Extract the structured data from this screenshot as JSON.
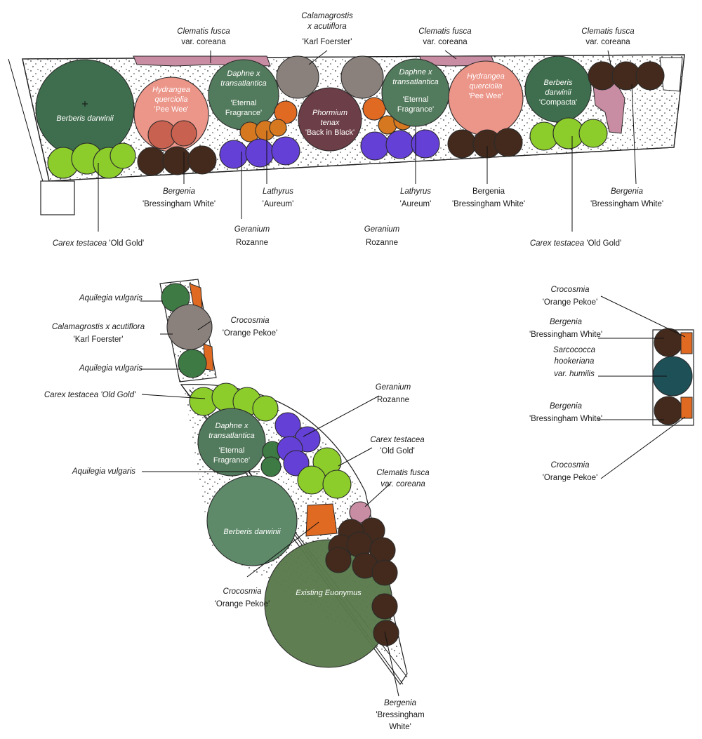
{
  "colors": {
    "berberis": "#3f6e4e",
    "berberis_lower": "#5e8a6a",
    "daphne": "#527a5c",
    "hydrangea": "#ec9589",
    "hydrangea_center": "#c8614f",
    "calamagrostis": "#8a817c",
    "phormium": "#6c3e47",
    "bergenia": "#432a1d",
    "carex": "#8ccd2c",
    "geranium": "#6440d6",
    "lathyrus": "#d5781f",
    "crocosmia": "#e06a22",
    "clematis": "#c98da3",
    "aquilegia": "#3d7a44",
    "sarcococca": "#1e5058",
    "euonymus": "#5a7a4c"
  },
  "top_bed": {
    "plants": {
      "berberis_left": {
        "icon": "berberis-darwinii-circle",
        "line1": "Berberis darwinii"
      },
      "hydrangea_left": {
        "line1": "Hydrangea",
        "line2": "querciolia",
        "line3": "'Pee Wee'"
      },
      "daphne_left": {
        "line1": "Daphne x",
        "line2": "transatlantica",
        "line3": "'Eternal",
        "line4": "Fragrance'"
      },
      "phormium": {
        "line1": "Phormium",
        "line2": "tenax",
        "line3": "'Back in Black'"
      },
      "daphne_right": {
        "line1": "Daphne x",
        "line2": "transatlantica",
        "line3": "'Eternal",
        "line4": "Fragrance'"
      },
      "hydrangea_right": {
        "line1": "Hydrangea",
        "line2": "querciolia",
        "line3": "'Pee Wee'"
      },
      "berberis_right": {
        "line1": "Berberis",
        "line2": "darwinii",
        "line3": "'Compacta'"
      }
    },
    "callouts": {
      "clematis_1": {
        "line1": "Clematis fusca",
        "line2": "var. coreana"
      },
      "calamagrostis": {
        "line1": "Calamagrostis",
        "line2": "x acutiflora",
        "line3": "'Karl Foerster'"
      },
      "clematis_2": {
        "line1": "Clematis fusca",
        "line2": "var. coreana"
      },
      "clematis_3": {
        "line1": "Clematis fusca",
        "line2": "var. coreana"
      },
      "bergenia_1": {
        "line1": "Bergenia",
        "line2": "'Bressingham White'"
      },
      "lathyrus_1": {
        "line1": "Lathyrus",
        "line2": "'Aureum'"
      },
      "geranium_1": {
        "line1": "Geranium",
        "line2": "Rozanne"
      },
      "geranium_2": {
        "line1": "Geranium",
        "line2": "Rozanne"
      },
      "lathyrus_2": {
        "line1": "Lathyrus",
        "line2": "'Aureum'"
      },
      "bergenia_2": {
        "line1": "Bergenia",
        "line2": "'Bressingham White'"
      },
      "bergenia_3": {
        "line1": "Bergenia",
        "line2": "'Bressingham White'"
      },
      "carex_1": {
        "line1_it": "Carex testacea",
        "line1_rest": " 'Old Gold'"
      },
      "carex_2": {
        "line1_it": "Carex testacea",
        "line1_rest": " 'Old Gold'"
      }
    }
  },
  "left_bed": {
    "callouts": {
      "aquilegia_1": {
        "line1": "Aquilegia vulgaris"
      },
      "calamagrostis": {
        "line1": "Calamagrostis x acutiflora",
        "line2": "'Karl Foerster'"
      },
      "aquilegia_2": {
        "line1": "Aquilegia vulgaris"
      },
      "crocosmia": {
        "line1": "Crocosmia",
        "line2": "'Orange Pekoe'"
      },
      "carex_1": {
        "line1_it": "Carex testacea",
        "line1_rest": " 'Old Gold'"
      },
      "aquilegia_3": {
        "line1": "Aquilegia vulgaris"
      },
      "geranium": {
        "line1": "Geranium",
        "line2": "Rozanne"
      },
      "carex_2": {
        "line1": "Carex testacea",
        "line2": "'Old Gold'"
      },
      "clematis": {
        "line1": "Clematis fusca",
        "line2": "var. coreana"
      },
      "crocosmia_2": {
        "line1": "Crocosmia",
        "line2": "'Orange Pekoe'"
      },
      "bergenia": {
        "line1": "Bergenia",
        "line2": "'Bressingham",
        "line3": "White'"
      }
    },
    "plants": {
      "daphne": {
        "line1": "Daphne x",
        "line2": "transatlantica",
        "line3": "'Eternal",
        "line4": "Fragrance'"
      },
      "berberis": {
        "line1": "Berberis darwinii"
      },
      "euonymus": {
        "line1": "Existing Euonymus"
      }
    }
  },
  "right_bed": {
    "callouts": {
      "crocosmia_1": {
        "line1": "Crocosmia",
        "line2": "'Orange Pekoe'"
      },
      "bergenia_1": {
        "line1": "Bergenia",
        "line2": "'Bressingham White'"
      },
      "sarcococca": {
        "line1": "Sarcococca",
        "line2": "hookeriana",
        "line3": "var. humilis"
      },
      "bergenia_2": {
        "line1": "Bergenia",
        "line2": "'Bressingham White'"
      },
      "crocosmia_2": {
        "line1": "Crocosmia",
        "line2": "'Orange Pekoe'"
      }
    }
  }
}
